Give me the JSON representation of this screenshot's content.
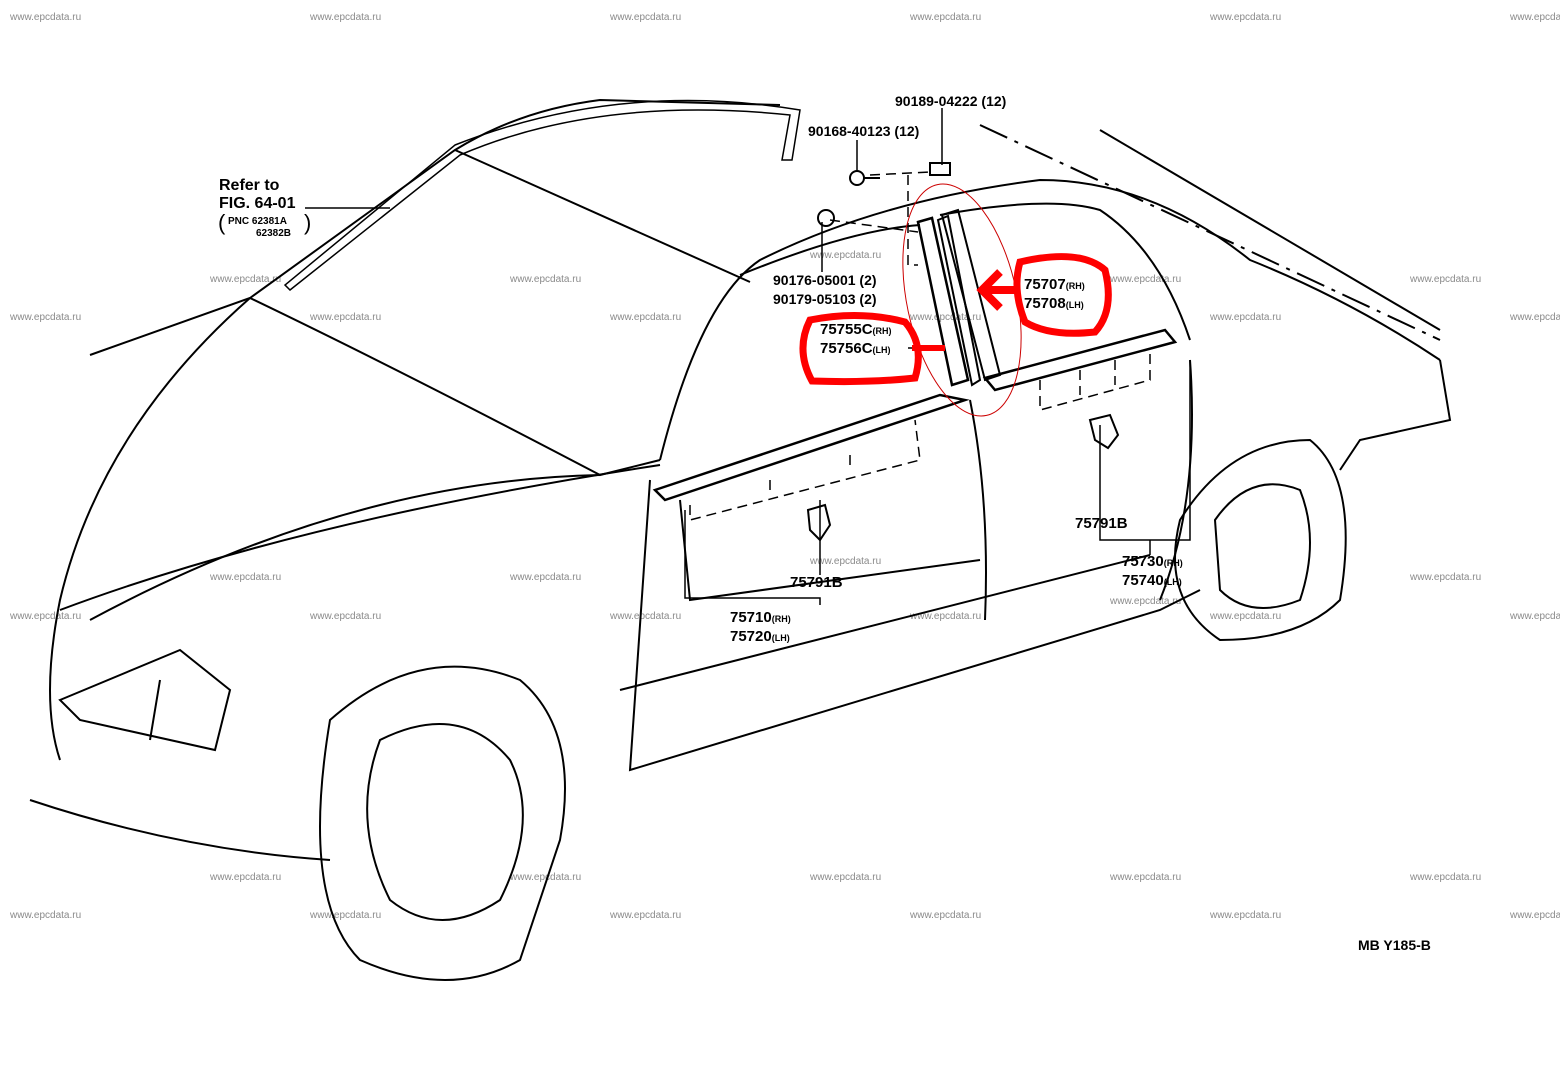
{
  "watermark": "www.epcdata.ru",
  "refer": {
    "line1": "Refer to",
    "line2": "FIG. 64-01",
    "pnc_prefix": "PNC",
    "pnc1": "62381A",
    "pnc2": "62382B"
  },
  "labels": {
    "p90189": "90189-04222 (12)",
    "p90168": "90168-40123 (12)",
    "p90176": "90176-05001 (2)",
    "p90179": "90179-05103 (2)",
    "p75707": "75707",
    "p75708": "75708",
    "p75755": "75755C",
    "p75756": "75756C",
    "p75791_front": "75791B",
    "p75791_rear": "75791B",
    "p75710": "75710",
    "p75720": "75720",
    "p75730": "75730",
    "p75740": "75740",
    "rh": "(RH)",
    "lh": "(LH)"
  },
  "figure_code": "MB Y185-B",
  "colors": {
    "annotation": "#ff0000",
    "ellipse": "#cc0000",
    "line": "#000000"
  }
}
